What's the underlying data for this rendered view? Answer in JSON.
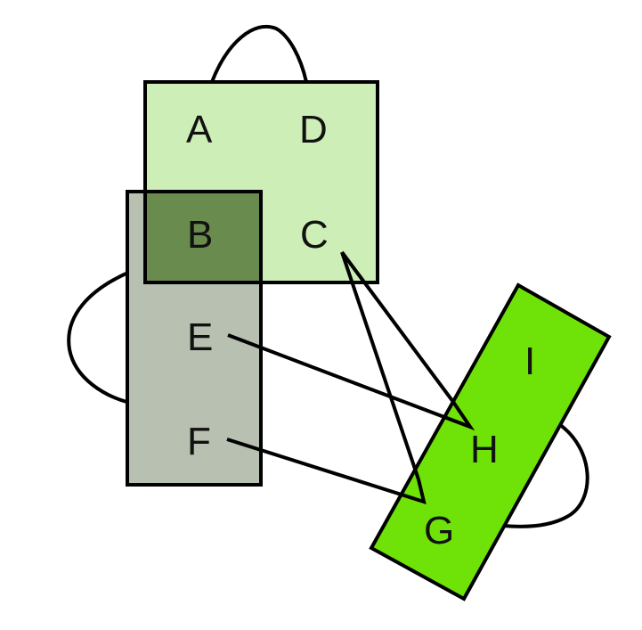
{
  "colors": {
    "group_top": "#cdeeb7",
    "group_left": "#b7c0b1",
    "group_overlap": "#6a8b4e",
    "group_right": "#6fe207",
    "stroke": "#000000"
  },
  "groups": [
    {
      "id": "group-top",
      "members": [
        "A",
        "D",
        "B",
        "C"
      ]
    },
    {
      "id": "group-left",
      "members": [
        "B",
        "E",
        "F"
      ]
    },
    {
      "id": "group-right",
      "members": [
        "I",
        "H",
        "G"
      ]
    }
  ],
  "nodes": {
    "A": "A",
    "B": "B",
    "C": "C",
    "D": "D",
    "E": "E",
    "F": "F",
    "G": "G",
    "H": "H",
    "I": "I"
  },
  "edges": [
    {
      "from": "E",
      "to": "H"
    },
    {
      "from": "F",
      "to": "G"
    },
    {
      "from": "C",
      "to": "H"
    },
    {
      "from": "C",
      "to": "G"
    }
  ]
}
